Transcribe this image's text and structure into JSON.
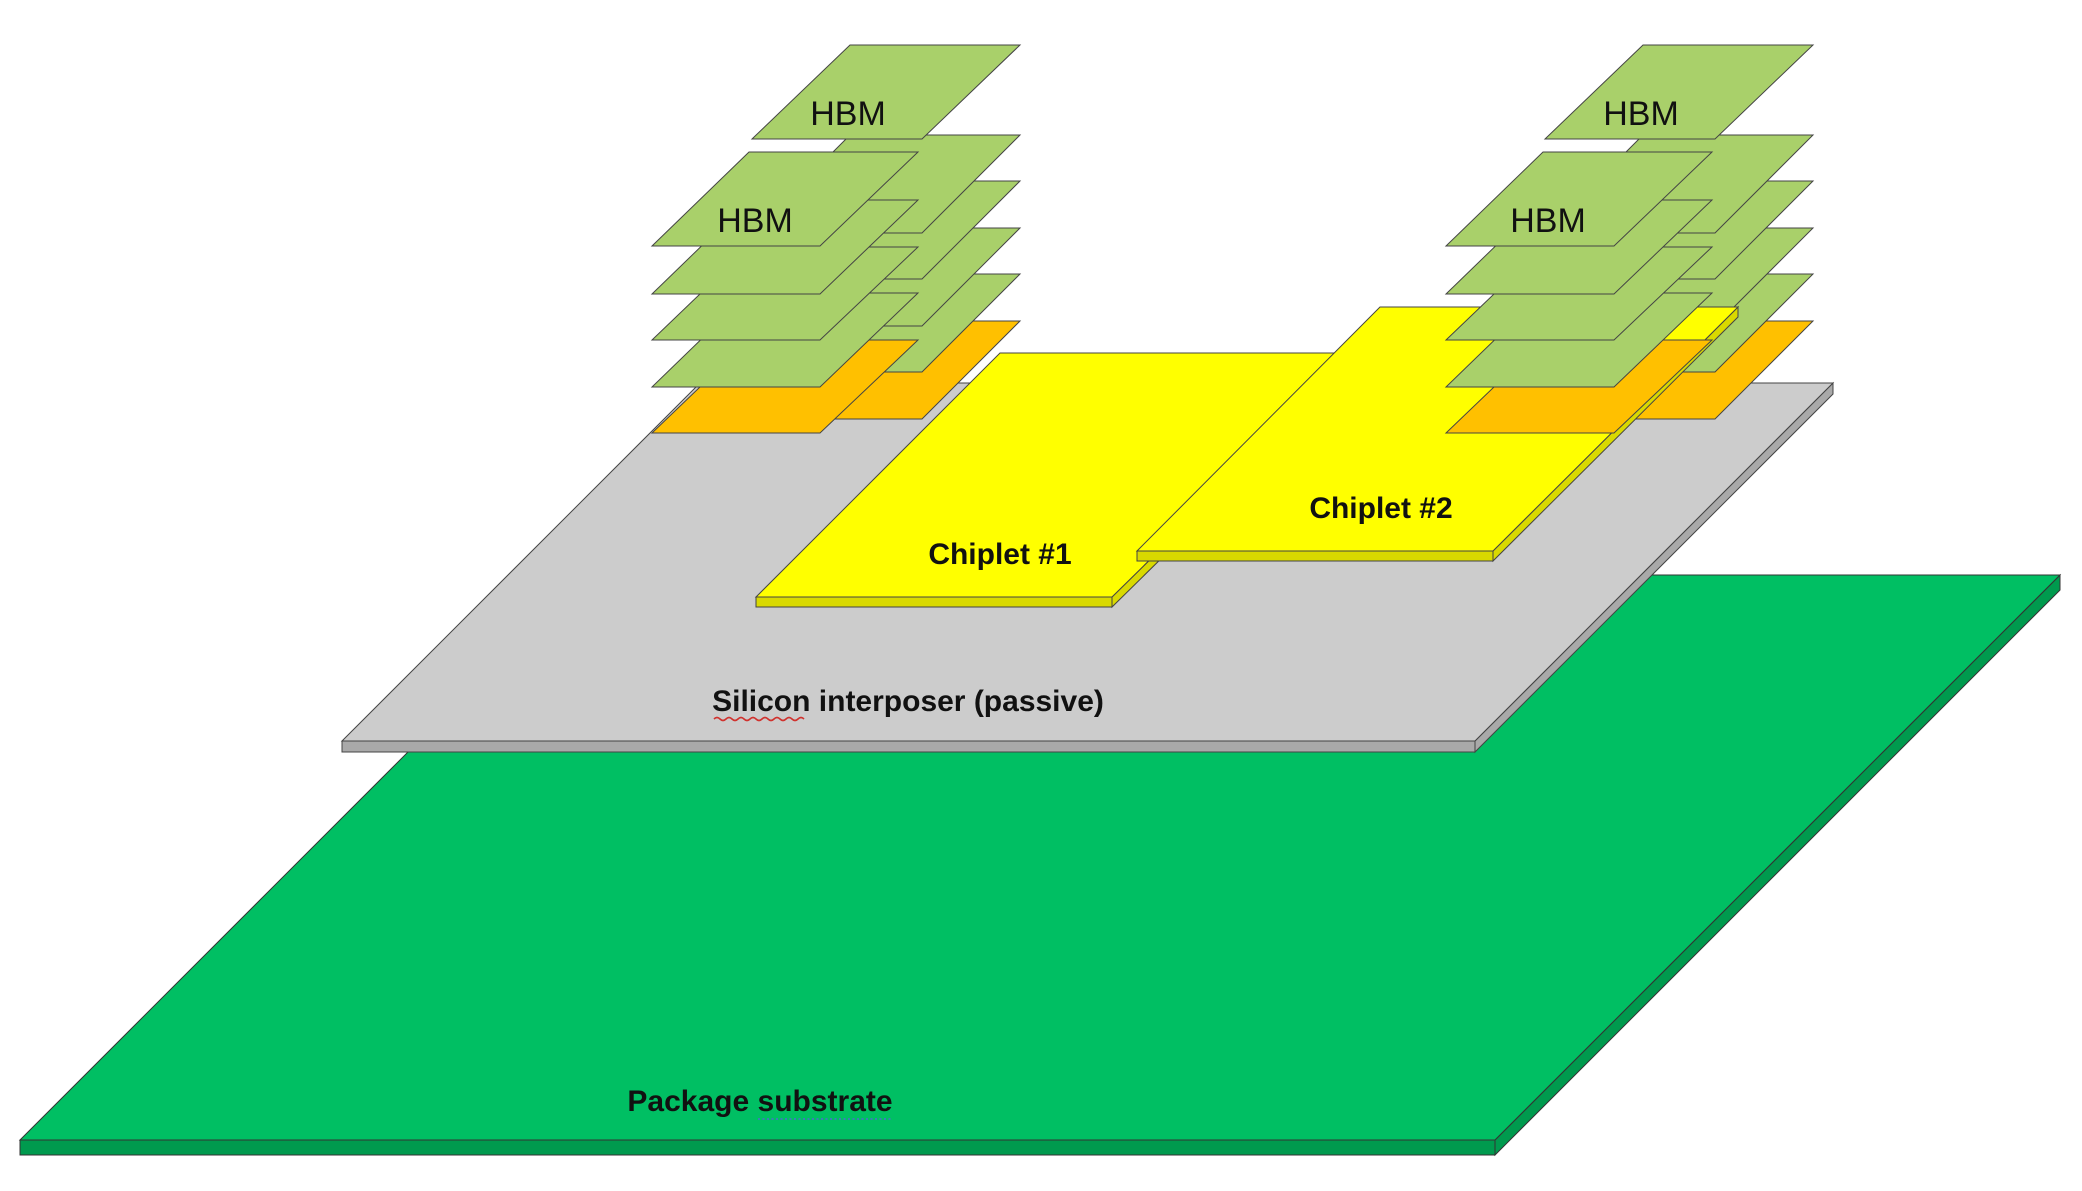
{
  "labels": {
    "hbm_back_left": "HBM",
    "hbm_front_left": "HBM",
    "hbm_back_right": "HBM",
    "hbm_front_right": "HBM",
    "chiplet_1": "Chiplet #1",
    "chiplet_2": "Chiplet #2",
    "interposer": "Silicon interposer (passive)",
    "substrate": "Package substrate"
  },
  "colors": {
    "substrate_top": "#00bf63",
    "substrate_edge": "#009a4e",
    "interposer_top": "#cccccc",
    "interposer_edge": "#a9a9a9",
    "chiplet_top": "#ffff00",
    "chiplet_edge": "#d9d900",
    "hbm_die": "#a9d06a",
    "hbm_base": "#ffc000",
    "outline": "#333333",
    "spellcheck_mark": "#d0312d",
    "grammar_mark": "#4a6fd0"
  },
  "icons": {
    "spellcheck_mark": "red-squiggle-underline",
    "grammar_mark": "dotted-underline"
  }
}
